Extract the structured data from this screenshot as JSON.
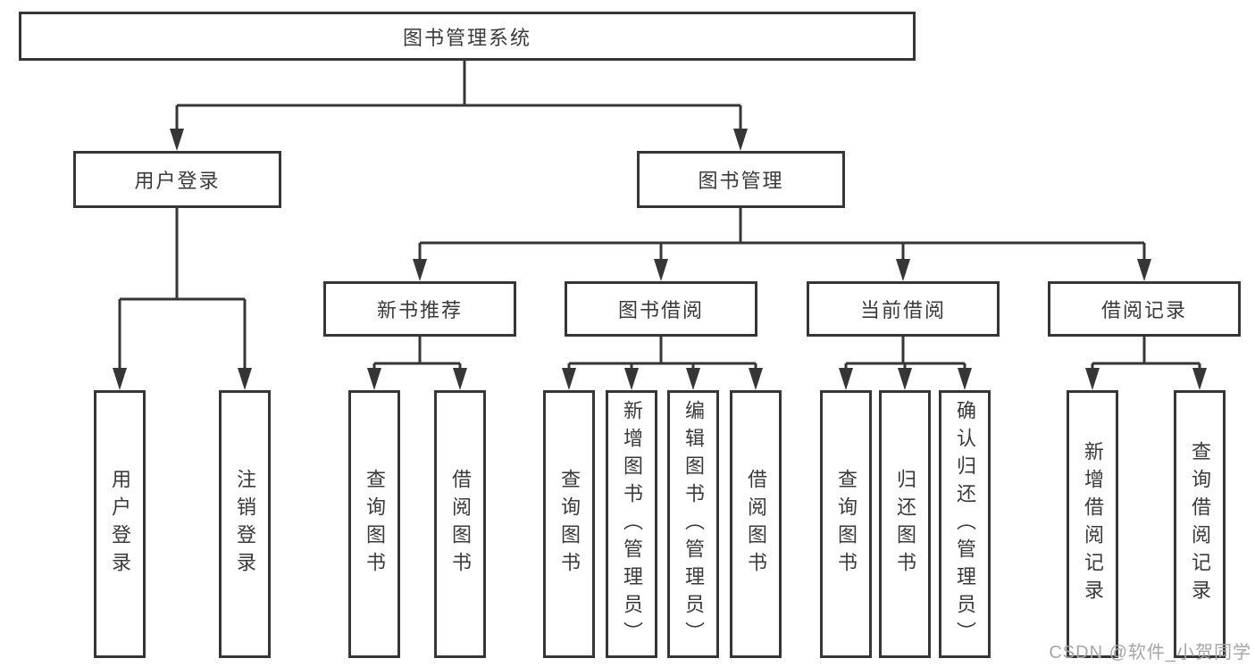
{
  "tree": {
    "root": {
      "label": "图书管理系统"
    },
    "user_login": {
      "label": "用户登录",
      "children": {
        "login": {
          "label": "用户登录"
        },
        "logout": {
          "label": "注销登录"
        }
      }
    },
    "book_management": {
      "label": "图书管理",
      "groups": {
        "new_book_recommend": {
          "label": "新书推荐",
          "children": {
            "query_books": {
              "label": "查询图书"
            },
            "borrow_books": {
              "label": "借阅图书"
            }
          }
        },
        "book_borrowing": {
          "label": "图书借阅",
          "children": {
            "query_books": {
              "label": "查询图书"
            },
            "add_books": {
              "label": "新增图书（管理员）"
            },
            "edit_books": {
              "label": "编辑图书（管理员）"
            },
            "borrow_books": {
              "label": "借阅图书"
            }
          }
        },
        "current_borrowing": {
          "label": "当前借阅",
          "children": {
            "query_books": {
              "label": "查询图书"
            },
            "return_books": {
              "label": "归还图书"
            },
            "confirm_return": {
              "label": "确认归还（管理员）"
            }
          }
        },
        "borrowing_records": {
          "label": "借阅记录",
          "children": {
            "add_record": {
              "label": "新增借阅记录"
            },
            "query_record": {
              "label": "查询借阅记录"
            }
          }
        }
      }
    }
  },
  "watermark": {
    "label": "CSDN @软件_小贺同学"
  },
  "colors": {
    "line": "#363636",
    "text": "#3a3a3a",
    "background": "#ffffff",
    "watermark": "#a6a6a6"
  }
}
